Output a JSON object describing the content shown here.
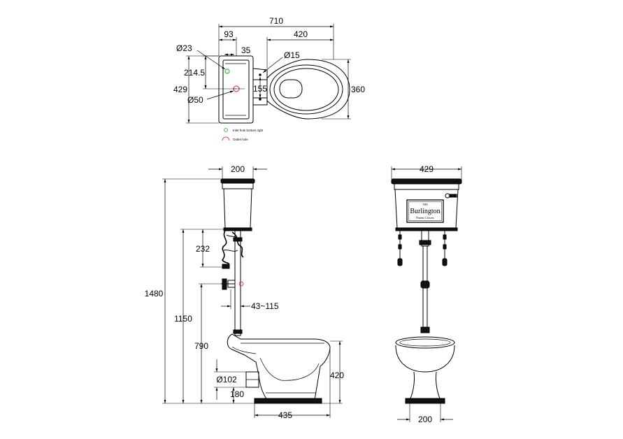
{
  "plan_view": {
    "width_710": "710",
    "width_93": "93",
    "width_420": "420",
    "width_35": "35",
    "dia_23": "Ø23",
    "dia_15": "Ø15",
    "dim_214_5": "214.5",
    "dim_429": "429",
    "dim_155": "155",
    "dia_50": "Ø50",
    "dim_360": "360",
    "legend_inlet": "Inlet hole bottom right",
    "legend_outlet": "Outlet hole",
    "inlet_color": "#22aa22",
    "outlet_color": "#dd2222"
  },
  "side_view": {
    "cistern_width": "200",
    "height_1480": "1480",
    "bracket_232": "232",
    "height_1150": "1150",
    "connector_range": "43~115",
    "height_790": "790",
    "dia_102": "Ø102",
    "dim_180": "180",
    "pan_height": "420",
    "pan_depth": "435"
  },
  "front_view": {
    "cistern_width": "429",
    "base_width": "200",
    "badge_line1": "THE",
    "badge_line2": "Burlington",
    "badge_line3": "Patent Closets"
  }
}
